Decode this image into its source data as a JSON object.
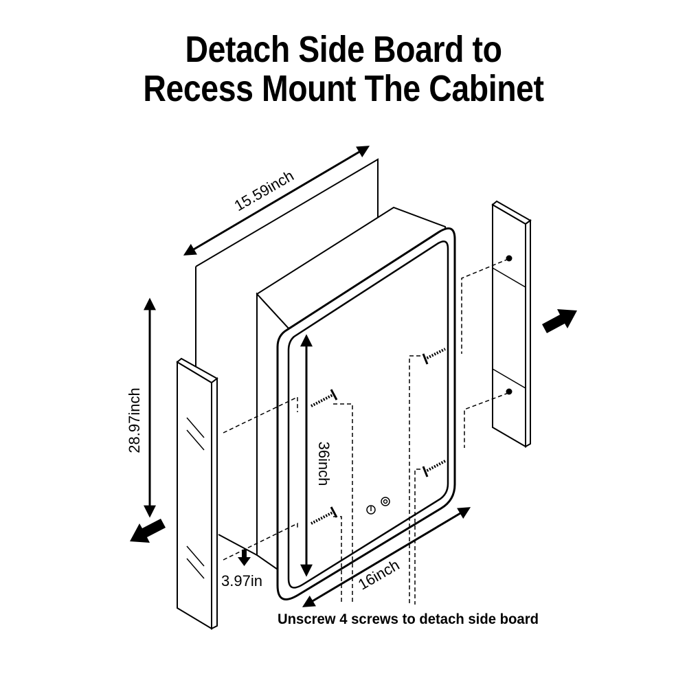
{
  "title": {
    "line1": "Detach Side Board to",
    "line2": "Recess Mount The Cabinet"
  },
  "dimensions": {
    "top_width": "15.59inch",
    "side_height": "28.97inch",
    "mirror_height": "36inch",
    "mirror_width": "16inch",
    "depth": "3.97in"
  },
  "caption": "Unscrew 4 screws to detach side board",
  "icons": {
    "touch_buttons": [
      "power-icon",
      "dimmer-icon"
    ],
    "screws": [
      "screw-icon",
      "screw-icon",
      "screw-icon",
      "screw-icon"
    ],
    "arrows": [
      "arrow-right-icon",
      "arrow-left-icon",
      "arrow-down-icon"
    ]
  }
}
